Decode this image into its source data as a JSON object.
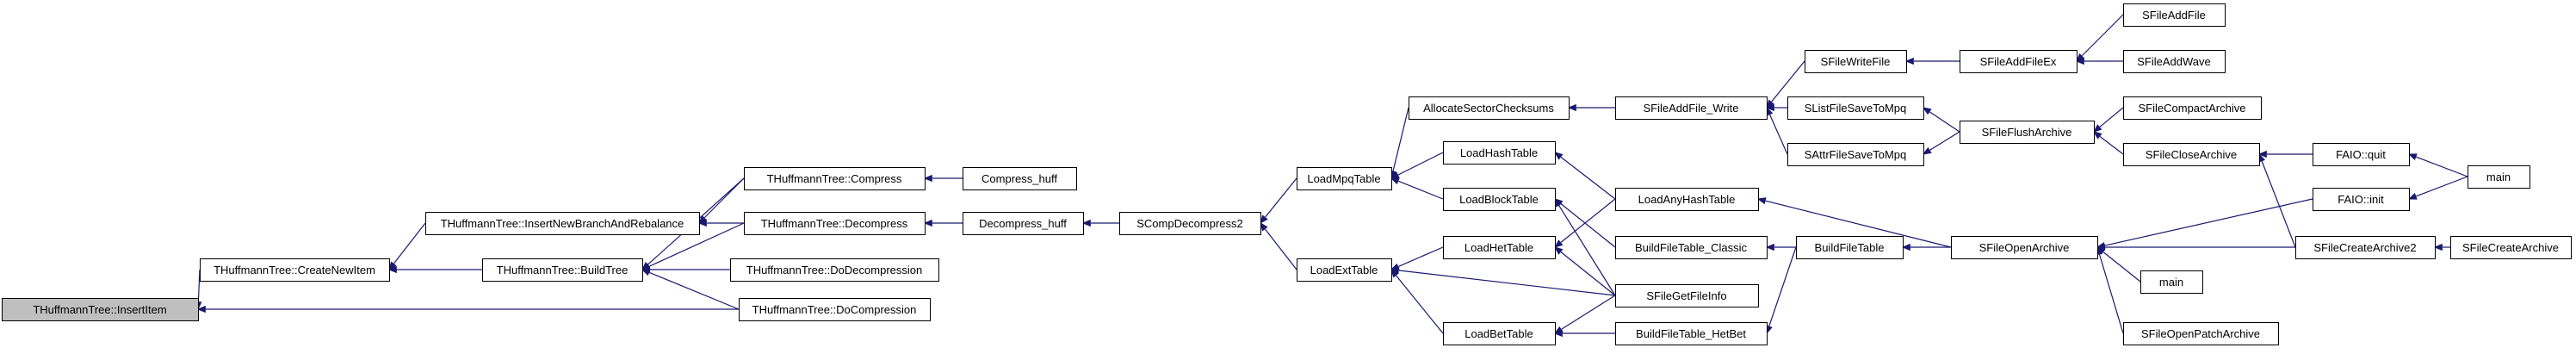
{
  "nodes": [
    {
      "id": "n0",
      "label": "THuffmannTree::InsertItem",
      "root": true
    },
    {
      "id": "n1",
      "label": "THuffmannTree::CreateNewItem"
    },
    {
      "id": "n2",
      "label": "THuffmannTree::InsertNewBranchAndRebalance"
    },
    {
      "id": "n3",
      "label": "THuffmannTree::BuildTree"
    },
    {
      "id": "n4",
      "label": "THuffmannTree::Compress"
    },
    {
      "id": "n5",
      "label": "THuffmannTree::Decompress"
    },
    {
      "id": "n6",
      "label": "THuffmannTree::DoDecompression"
    },
    {
      "id": "n7",
      "label": "THuffmannTree::DoCompression"
    },
    {
      "id": "n8",
      "label": "Compress_huff"
    },
    {
      "id": "n9",
      "label": "Decompress_huff"
    },
    {
      "id": "n10",
      "label": "SCompDecompress2"
    },
    {
      "id": "n11",
      "label": "LoadMpqTable"
    },
    {
      "id": "n12",
      "label": "LoadExtTable"
    },
    {
      "id": "n13",
      "label": "AllocateSectorChecksums"
    },
    {
      "id": "n14",
      "label": "LoadHashTable"
    },
    {
      "id": "n15",
      "label": "LoadBlockTable"
    },
    {
      "id": "n16",
      "label": "LoadHetTable"
    },
    {
      "id": "n17",
      "label": "LoadBetTable"
    },
    {
      "id": "n18",
      "label": "SFileAddFile_Write"
    },
    {
      "id": "n19",
      "label": "LoadAnyHashTable"
    },
    {
      "id": "n20",
      "label": "BuildFileTable_Classic"
    },
    {
      "id": "n21",
      "label": "SFileGetFileInfo"
    },
    {
      "id": "n22",
      "label": "BuildFileTable_HetBet"
    },
    {
      "id": "n23",
      "label": "SFileWriteFile"
    },
    {
      "id": "n24",
      "label": "SListFileSaveToMpq"
    },
    {
      "id": "n25",
      "label": "SAttrFileSaveToMpq"
    },
    {
      "id": "n26",
      "label": "BuildFileTable"
    },
    {
      "id": "n27",
      "label": "SFileAddFileEx"
    },
    {
      "id": "n28",
      "label": "SFileFlushArchive"
    },
    {
      "id": "n29",
      "label": "SFileOpenArchive"
    },
    {
      "id": "n30",
      "label": "SFileAddFile"
    },
    {
      "id": "n31",
      "label": "SFileAddWave"
    },
    {
      "id": "n32",
      "label": "SFileCompactArchive"
    },
    {
      "id": "n33",
      "label": "SFileCloseArchive"
    },
    {
      "id": "n34",
      "label": "FAIO::quit"
    },
    {
      "id": "n35",
      "label": "FAIO::init"
    },
    {
      "id": "n36",
      "label": "SFileCreateArchive2"
    },
    {
      "id": "n37",
      "label": "main"
    },
    {
      "id": "n38",
      "label": "SFileOpenPatchArchive"
    },
    {
      "id": "n39",
      "label": "main"
    },
    {
      "id": "n40",
      "label": "SFileCreateArchive"
    }
  ],
  "edges": [
    [
      "n1",
      "n0"
    ],
    [
      "n7",
      "n0"
    ],
    [
      "n2",
      "n1"
    ],
    [
      "n3",
      "n1"
    ],
    [
      "n4",
      "n2"
    ],
    [
      "n5",
      "n2"
    ],
    [
      "n4",
      "n3"
    ],
    [
      "n5",
      "n3"
    ],
    [
      "n6",
      "n3"
    ],
    [
      "n7",
      "n3"
    ],
    [
      "n8",
      "n4"
    ],
    [
      "n9",
      "n5"
    ],
    [
      "n10",
      "n9"
    ],
    [
      "n11",
      "n10"
    ],
    [
      "n12",
      "n10"
    ],
    [
      "n13",
      "n11"
    ],
    [
      "n14",
      "n11"
    ],
    [
      "n15",
      "n11"
    ],
    [
      "n16",
      "n12"
    ],
    [
      "n17",
      "n12"
    ],
    [
      "n21",
      "n12"
    ],
    [
      "n18",
      "n13"
    ],
    [
      "n19",
      "n14"
    ],
    [
      "n19",
      "n16"
    ],
    [
      "n20",
      "n15"
    ],
    [
      "n21",
      "n15"
    ],
    [
      "n21",
      "n16"
    ],
    [
      "n21",
      "n17"
    ],
    [
      "n22",
      "n17"
    ],
    [
      "n23",
      "n18"
    ],
    [
      "n24",
      "n18"
    ],
    [
      "n25",
      "n18"
    ],
    [
      "n29",
      "n19"
    ],
    [
      "n26",
      "n20"
    ],
    [
      "n26",
      "n22"
    ],
    [
      "n27",
      "n23"
    ],
    [
      "n28",
      "n24"
    ],
    [
      "n28",
      "n25"
    ],
    [
      "n29",
      "n26"
    ],
    [
      "n30",
      "n27"
    ],
    [
      "n31",
      "n27"
    ],
    [
      "n32",
      "n28"
    ],
    [
      "n33",
      "n28"
    ],
    [
      "n35",
      "n29"
    ],
    [
      "n36",
      "n29"
    ],
    [
      "n37",
      "n29"
    ],
    [
      "n38",
      "n29"
    ],
    [
      "n34",
      "n33"
    ],
    [
      "n36",
      "n33"
    ],
    [
      "n39",
      "n34"
    ],
    [
      "n39",
      "n35"
    ],
    [
      "n40",
      "n36"
    ]
  ],
  "colors": {
    "edge": "#191970",
    "node_border": "#000000",
    "node_fill": "#ffffff",
    "root_fill": "#bfbfbf"
  }
}
